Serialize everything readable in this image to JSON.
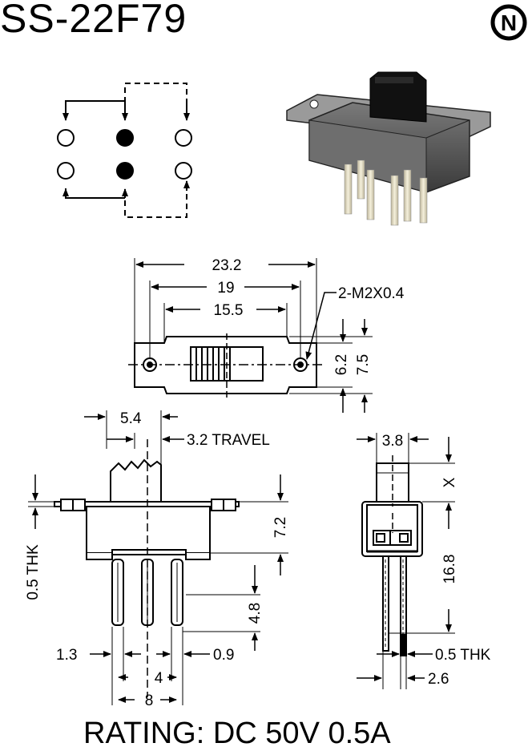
{
  "title": "SS-22F79",
  "rating": "RATING: DC 50V 0.5A",
  "logo_letter": "N",
  "top_view": {
    "overall_width": "23.2",
    "hole_spacing": "19",
    "body_width": "15.5",
    "mount_thread": "2-M2X0.4",
    "inner_height": "6.2",
    "outer_height": "7.5"
  },
  "front_view": {
    "actuator_width": "5.4",
    "travel": "3.2 TRAVEL",
    "plate_thickness": "0.5 THK",
    "body_height": "7.2",
    "pin_length": "4.8",
    "pin_width_left": "1.3",
    "pin_width_right": "0.9",
    "pin_pitch": "4",
    "pin_row_span": "8"
  },
  "side_view": {
    "actuator_width": "3.8",
    "actuator_height": "X",
    "total_height": "16.8",
    "pin_thickness": "0.5 THK",
    "pin_spacing": "2.6"
  },
  "colors": {
    "line": "#000000",
    "background": "#ffffff",
    "body_gray": "#5a5a5a",
    "knob": "#1a1a1a",
    "pin": "#e6e0c8"
  }
}
